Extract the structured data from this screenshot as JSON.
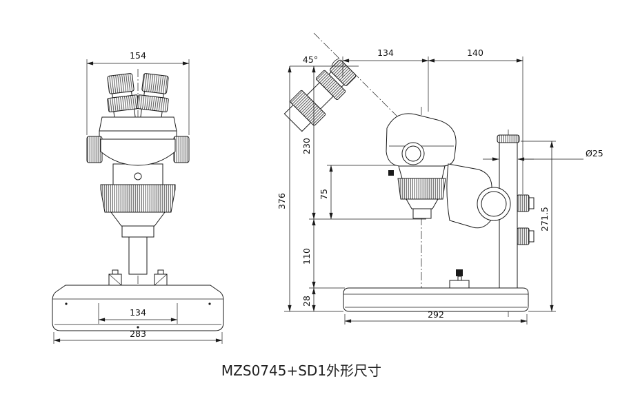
{
  "caption": "MZS0745+SD1外形尺寸",
  "colors": {
    "line": "#1a1a1a",
    "background": "#ffffff"
  },
  "front_view": {
    "dims": {
      "head_width": "154",
      "stage_width": "134",
      "base_width": "283"
    }
  },
  "side_view": {
    "dims": {
      "eyepiece_angle": "45°",
      "head_reach": "134",
      "arm_reach": "140",
      "eyepiece_to_stage": "230",
      "total_height": "376",
      "body_to_stage": "75",
      "stage_to_base": "110",
      "base_height": "28",
      "base_depth": "292",
      "column_diameter": "Ø25",
      "column_height": "271.5"
    }
  }
}
